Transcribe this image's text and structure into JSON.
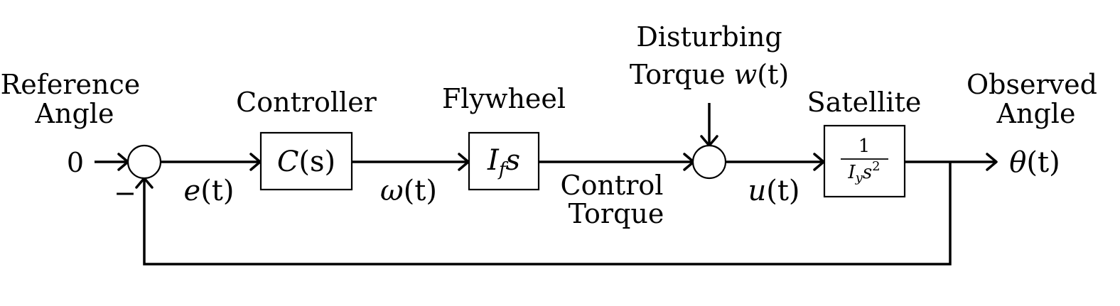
{
  "labels": {
    "reference": [
      "Reference",
      "Angle"
    ],
    "input_value": "0",
    "minus_sign": "−",
    "controller": "Controller",
    "flywheel": "Flywheel",
    "disturbing": [
      "Disturbing",
      "Torque"
    ],
    "control_torque": [
      "Control",
      "Torque"
    ],
    "satellite": "Satellite",
    "observed": [
      "Observed",
      "Angle"
    ]
  },
  "math": {
    "error": {
      "base": "e",
      "arg": "(t)"
    },
    "omega": {
      "base": "ω",
      "arg": "(t)"
    },
    "disturbance": {
      "base": "w",
      "arg": "(t)"
    },
    "u": {
      "base": "u",
      "arg": "(t)"
    },
    "theta": {
      "base": "θ",
      "arg": "(t)"
    },
    "controller_tf": {
      "base": "C",
      "arg": "(s)"
    },
    "flywheel_tf": {
      "base": "I",
      "sub": "f",
      "var": "s"
    },
    "satellite_tf": {
      "num": "1",
      "den_base": "I",
      "den_sub": "y",
      "den_var": "s",
      "den_exp": "2"
    }
  }
}
